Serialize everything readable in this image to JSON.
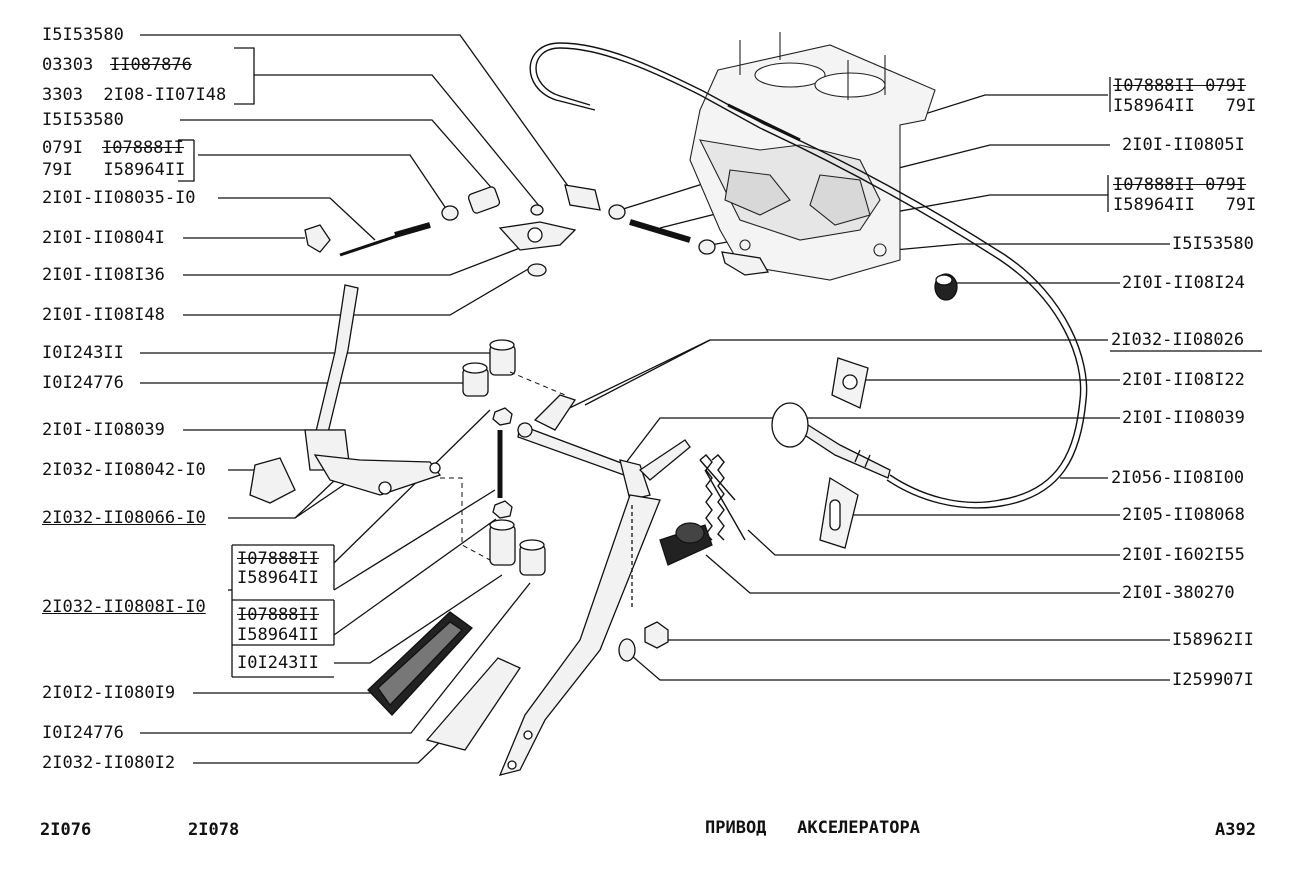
{
  "left_labels": [
    {
      "id": "l1",
      "text": "I5I53580"
    },
    {
      "id": "l2a",
      "text": "03303"
    },
    {
      "id": "l2b",
      "text": "II087876"
    },
    {
      "id": "l3",
      "text": "3303  2I08-II07I48"
    },
    {
      "id": "l4",
      "text": "I5I53580"
    },
    {
      "id": "l5a",
      "text": "079I"
    },
    {
      "id": "l5b",
      "text": "I07888II"
    },
    {
      "id": "l6",
      "text": "79I   I58964II"
    },
    {
      "id": "l7",
      "text": "2I0I-II08035-I0"
    },
    {
      "id": "l8",
      "text": "2I0I-II0804I"
    },
    {
      "id": "l9",
      "text": "2I0I-II08I36"
    },
    {
      "id": "l10",
      "text": "2I0I-II08I48"
    },
    {
      "id": "l11",
      "text": "I0I243II"
    },
    {
      "id": "l12",
      "text": "I0I24776"
    },
    {
      "id": "l13",
      "text": "2I0I-II08039"
    },
    {
      "id": "l14",
      "text": "2I032-II08042-I0"
    },
    {
      "id": "l15",
      "text": "2I032-II08066-I0"
    },
    {
      "id": "l16",
      "text": "2I032-II0808I-I0"
    },
    {
      "id": "l17",
      "text": "2I0I2-II080I9"
    },
    {
      "id": "l18",
      "text": "I0I24776"
    },
    {
      "id": "l19",
      "text": "2I032-II080I2"
    }
  ],
  "bracket_labels": [
    {
      "id": "b1",
      "text": "I07888II"
    },
    {
      "id": "b2",
      "text": "I58964II"
    },
    {
      "id": "b3",
      "text": "I07888II"
    },
    {
      "id": "b4",
      "text": "I58964II"
    },
    {
      "id": "b5",
      "text": "I0I243II"
    }
  ],
  "right_labels": [
    {
      "id": "r1",
      "text": "I07888II 079I"
    },
    {
      "id": "r2",
      "text": "I58964II   79I"
    },
    {
      "id": "r3",
      "text": "2I0I-II0805I"
    },
    {
      "id": "r4",
      "text": "I07888II 079I"
    },
    {
      "id": "r5",
      "text": "I58964II   79I"
    },
    {
      "id": "r6",
      "text": "I5I53580"
    },
    {
      "id": "r7",
      "text": "2I0I-II08I24"
    },
    {
      "id": "r8",
      "text": "2I032-II08026"
    },
    {
      "id": "r9",
      "text": "2I0I-II08I22"
    },
    {
      "id": "r10",
      "text": "2I0I-II08039"
    },
    {
      "id": "r11",
      "text": "2I056-II08I00"
    },
    {
      "id": "r12",
      "text": "2I05-II08068"
    },
    {
      "id": "r13",
      "text": "2I0I-I602I55"
    },
    {
      "id": "r14",
      "text": "2I0I-380270"
    },
    {
      "id": "r15",
      "text": "I58962II"
    },
    {
      "id": "r16",
      "text": "I259907I"
    }
  ],
  "footer": {
    "model_a": "2I076",
    "model_b": "2I078",
    "title": "ПРИВОД   АКСЕЛЕРАТОРА",
    "code": "A392"
  },
  "colors": {
    "ink": "#111111",
    "paper": "#ffffff",
    "fill_light": "#e8e8e8"
  }
}
